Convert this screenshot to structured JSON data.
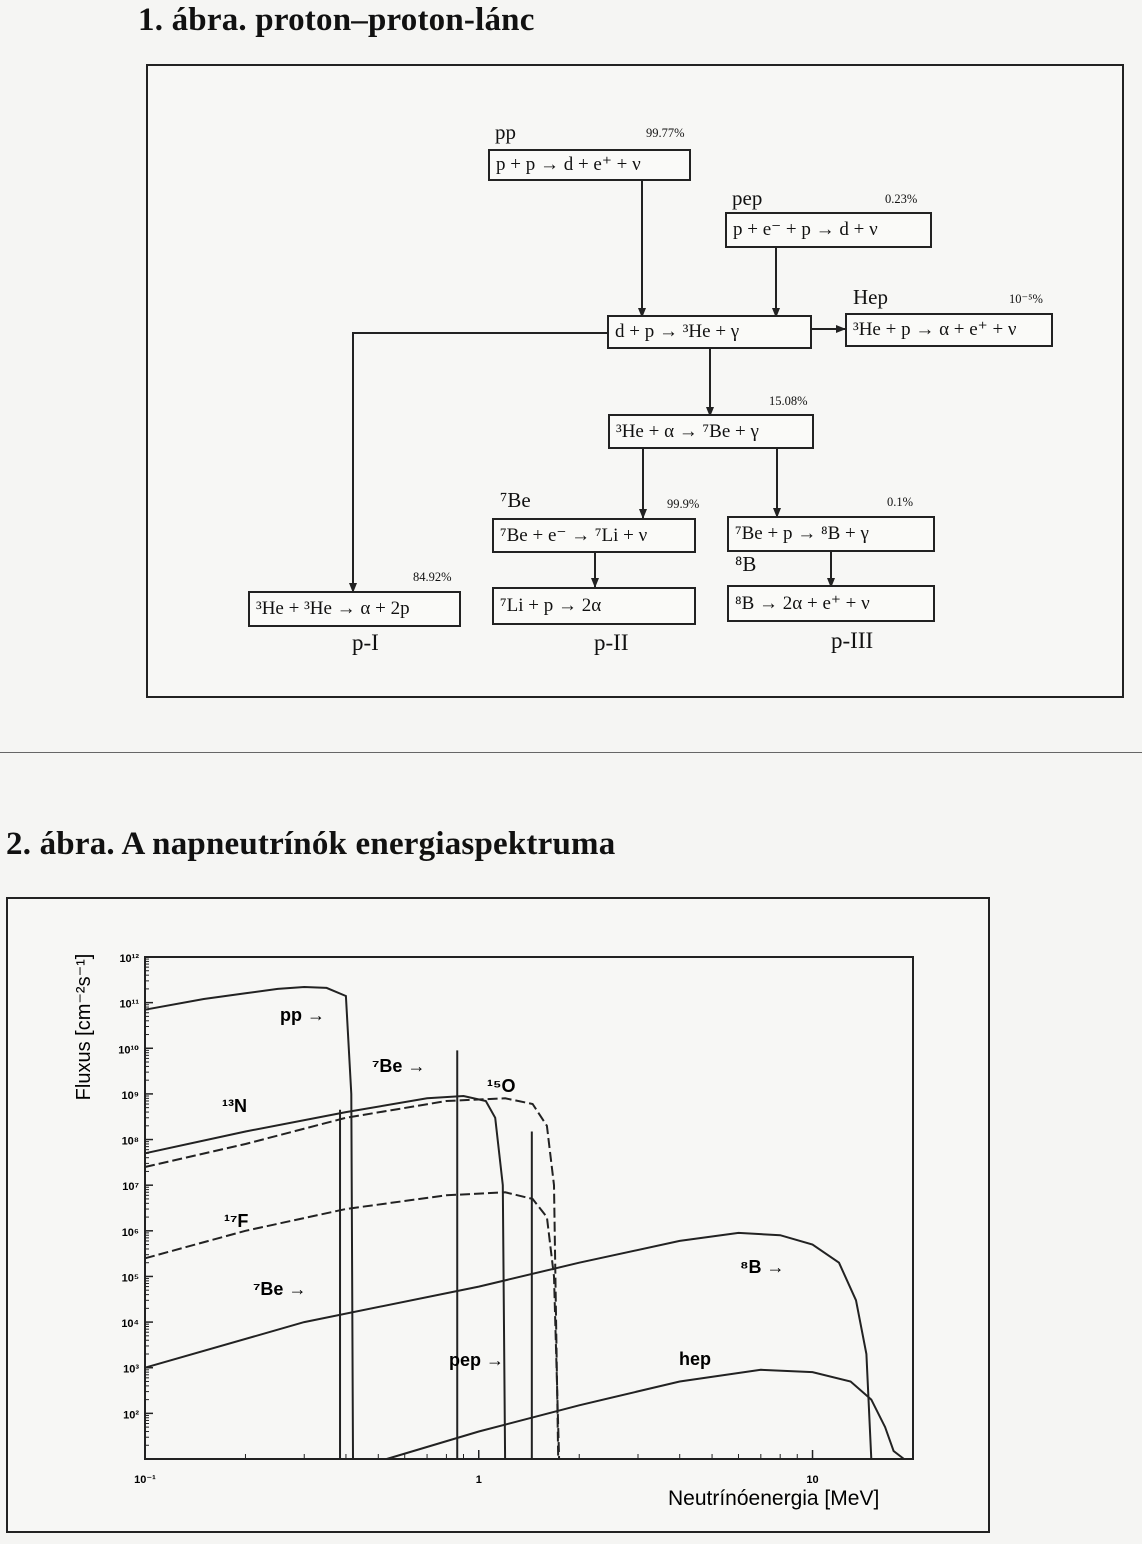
{
  "fig1": {
    "title": "1. ábra. proton–proton-lánc",
    "nodes": {
      "pp": {
        "name": "pp",
        "pct": "99.77%",
        "reaction": "p + p → d + e⁺ + ν"
      },
      "pep": {
        "name": "pep",
        "pct": "0.23%",
        "reaction": "p + e⁻ + p → d + ν"
      },
      "dp": {
        "reaction": "d + p → ³He + γ"
      },
      "hep": {
        "name": "Hep",
        "pct": "10⁻⁵%",
        "reaction": "³He + p → α + e⁺ + ν"
      },
      "he3alpha": {
        "pct": "15.08%",
        "reaction": "³He + α → ⁷Be + γ"
      },
      "be7e": {
        "name": "⁷Be",
        "pct": "99.9%",
        "reaction": "⁷Be + e⁻ → ⁷Li + ν"
      },
      "li7p": {
        "reaction": "⁷Li + p → 2α"
      },
      "be7p": {
        "pct": "0.1%",
        "reaction": "⁷Be + p → ⁸B + γ"
      },
      "b8": {
        "name": "⁸B",
        "reaction": "⁸B → 2α + e⁺ + ν"
      },
      "he3he3": {
        "pct": "84.92%",
        "reaction": "³He + ³He → α + 2p"
      }
    },
    "branches": [
      "p-I",
      "p-II",
      "p-III"
    ]
  },
  "fig2": {
    "title": "2. ábra. A napneutrínók energiaspektruma",
    "chart_data": {
      "type": "line",
      "xlabel": "Neutrínóenergia [MeV]",
      "ylabel": "Fluxus [cm⁻²s⁻¹]",
      "x_scale": "log",
      "y_scale": "log",
      "xlim": [
        0.1,
        20
      ],
      "ylim": [
        10,
        1000000000000.0
      ],
      "x_ticks": [
        {
          "v": 0.1,
          "label": "10⁻¹"
        },
        {
          "v": 1,
          "label": "1"
        },
        {
          "v": 10,
          "label": "10"
        }
      ],
      "y_ticks": [
        {
          "v": 1000000000000.0,
          "label": "10¹²"
        },
        {
          "v": 100000000000.0,
          "label": "10¹¹"
        },
        {
          "v": 10000000000.0,
          "label": "10¹⁰"
        },
        {
          "v": 1000000000.0,
          "label": "10⁹"
        },
        {
          "v": 100000000.0,
          "label": "10⁸"
        },
        {
          "v": 10000000.0,
          "label": "10⁷"
        },
        {
          "v": 1000000.0,
          "label": "10⁶"
        },
        {
          "v": 100000.0,
          "label": "10⁵"
        },
        {
          "v": 10000.0,
          "label": "10⁴"
        },
        {
          "v": 1000.0,
          "label": "10³"
        },
        {
          "v": 100.0,
          "label": "10²"
        }
      ],
      "series": [
        {
          "name": "pp",
          "dash": false,
          "points": [
            [
              0.1,
              70000000000.0
            ],
            [
              0.15,
              120000000000.0
            ],
            [
              0.2,
              160000000000.0
            ],
            [
              0.25,
              200000000000.0
            ],
            [
              0.3,
              220000000000.0
            ],
            [
              0.35,
              210000000000.0
            ],
            [
              0.4,
              140000000000.0
            ],
            [
              0.415,
              1000000000.0
            ],
            [
              0.42,
              10
            ]
          ]
        },
        {
          "name": "¹³N",
          "dash": false,
          "points": [
            [
              0.1,
              50000000.0
            ],
            [
              0.2,
              150000000.0
            ],
            [
              0.4,
              400000000.0
            ],
            [
              0.7,
              800000000.0
            ],
            [
              0.9,
              900000000.0
            ],
            [
              1.05,
              700000000.0
            ],
            [
              1.12,
              300000000.0
            ],
            [
              1.18,
              10000000.0
            ],
            [
              1.199,
              10
            ]
          ]
        },
        {
          "name": "¹⁵O",
          "dash": true,
          "points": [
            [
              0.1,
              25000000.0
            ],
            [
              0.2,
              80000000.0
            ],
            [
              0.4,
              300000000.0
            ],
            [
              0.8,
              700000000.0
            ],
            [
              1.2,
              800000000.0
            ],
            [
              1.45,
              600000000.0
            ],
            [
              1.6,
              200000000.0
            ],
            [
              1.68,
              10000000.0
            ],
            [
              1.73,
              10
            ]
          ]
        },
        {
          "name": "¹⁷F",
          "dash": true,
          "points": [
            [
              0.1,
              250000.0
            ],
            [
              0.2,
              1000000.0
            ],
            [
              0.4,
              3000000.0
            ],
            [
              0.8,
              6000000.0
            ],
            [
              1.2,
              7000000.0
            ],
            [
              1.45,
              5000000.0
            ],
            [
              1.6,
              2000000.0
            ],
            [
              1.68,
              100000.0
            ],
            [
              1.74,
              10
            ]
          ]
        },
        {
          "name": "⁸B",
          "dash": false,
          "points": [
            [
              0.1,
              1000.0
            ],
            [
              0.3,
              10000.0
            ],
            [
              1,
              60000.0
            ],
            [
              2,
              200000.0
            ],
            [
              4,
              600000.0
            ],
            [
              6,
              900000.0
            ],
            [
              8,
              800000.0
            ],
            [
              10,
              500000.0
            ],
            [
              12,
              200000.0
            ],
            [
              13.5,
              30000.0
            ],
            [
              14.5,
              2000.0
            ],
            [
              15,
              10
            ]
          ]
        },
        {
          "name": "hep",
          "dash": false,
          "points": [
            [
              0.53,
              10
            ],
            [
              1,
              40
            ],
            [
              2,
              150
            ],
            [
              4,
              500
            ],
            [
              7,
              900
            ],
            [
              10,
              800
            ],
            [
              13,
              500
            ],
            [
              15,
              200
            ],
            [
              16.5,
              50
            ],
            [
              17.5,
              15
            ],
            [
              18.8,
              10
            ]
          ]
        }
      ],
      "lines": [
        {
          "name": "⁷Be",
          "x": 0.384,
          "flux": 450000000.0,
          "dash": false
        },
        {
          "name": "⁷Be",
          "x": 0.862,
          "flux": 9000000000.0,
          "dash": false
        },
        {
          "name": "pep",
          "x": 1.442,
          "flux": 150000000.0,
          "dash": false
        }
      ],
      "labels": [
        "pp →",
        "⁷Be →",
        "¹⁵O",
        "¹³N",
        "¹⁷F",
        "⁷Be →",
        "pep →",
        "⁸B →",
        "hep"
      ]
    }
  }
}
